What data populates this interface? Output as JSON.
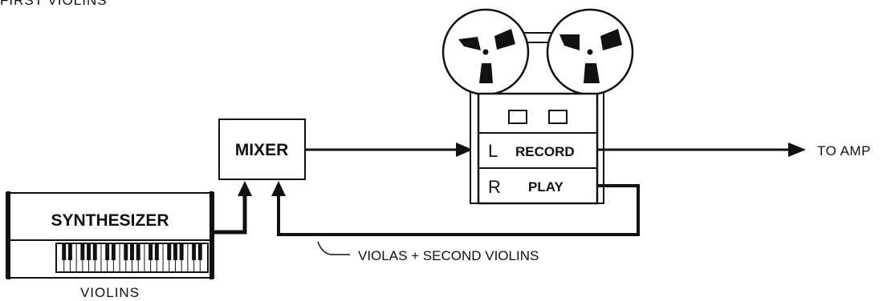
{
  "header": {
    "caption": "FIRST VIOLINS"
  },
  "synth": {
    "title": "SYNTHESIZER",
    "caption": "VIOLINS"
  },
  "mixer": {
    "label": "MIXER"
  },
  "recorder": {
    "track_l_letter": "L",
    "track_l_label": "RECORD",
    "track_r_letter": "R",
    "track_r_label": "PLAY"
  },
  "output": {
    "label": "TO AMP"
  },
  "feedback": {
    "label": "VIOLAS + SECOND VIOLINS"
  },
  "colors": {
    "ink": "#111111",
    "paper": "#ffffff"
  }
}
